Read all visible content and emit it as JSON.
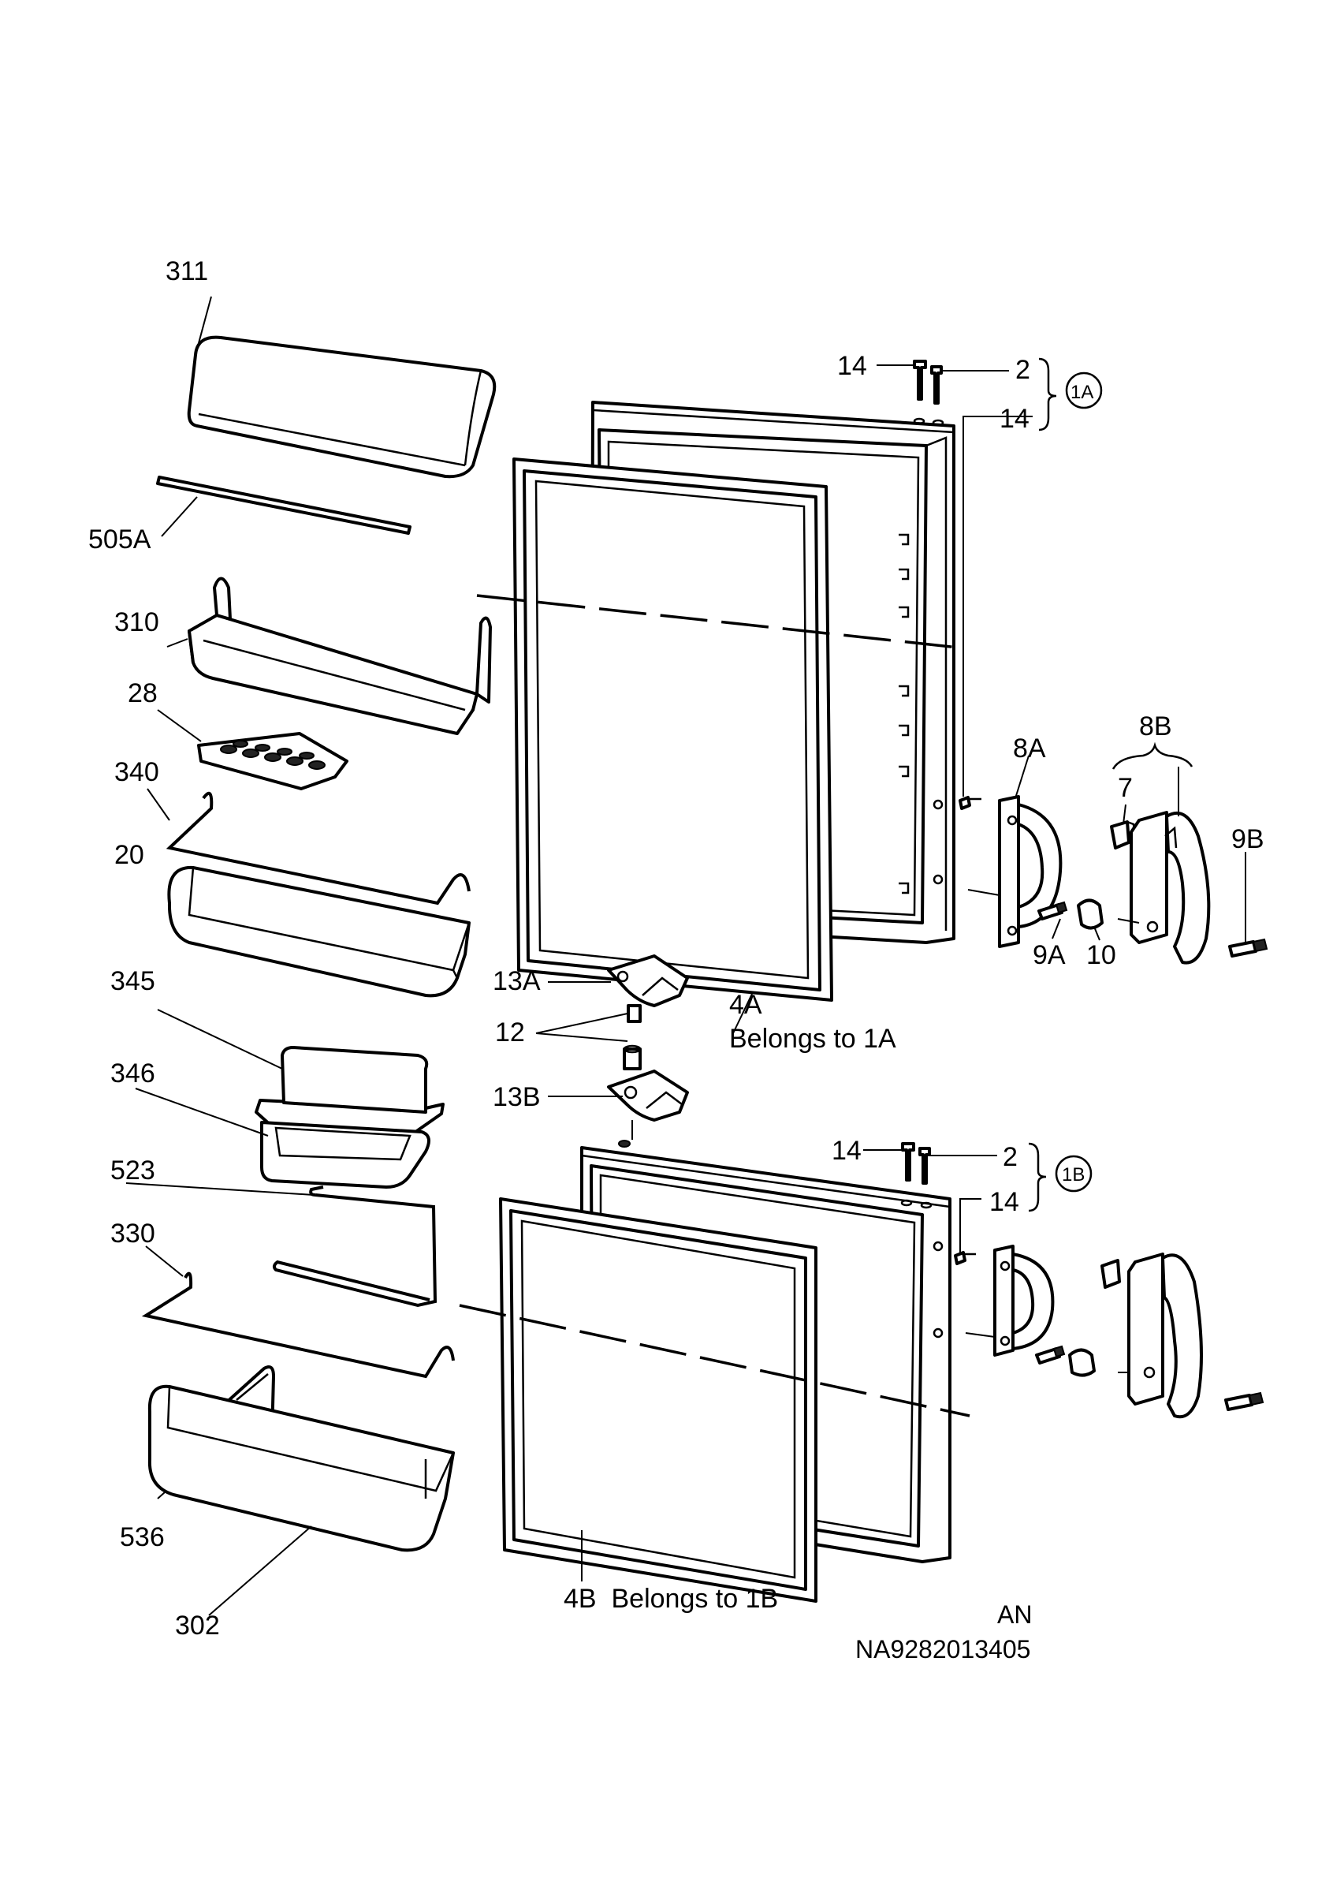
{
  "labels": {
    "p311": "311",
    "p505A": "505A",
    "p310": "310",
    "p28": "28",
    "p340": "340",
    "p20": "20",
    "p345": "345",
    "p346": "346",
    "p523": "523",
    "p330": "330",
    "p536": "536",
    "p302": "302",
    "p14_top_a": "14",
    "p2_top_a": "2",
    "p14_side_a": "14",
    "p1A": "1A",
    "p8A": "8A",
    "p8B": "8B",
    "p7": "7",
    "p9B": "9B",
    "p9A": "9A",
    "p10": "10",
    "p13A": "13A",
    "p12": "12",
    "p13B": "13B",
    "p4A": "4A",
    "p4A_note": "Belongs to 1A",
    "p14_top_b": "14",
    "p2_top_b": "2",
    "p14_side_b": "14",
    "p1B": "1B",
    "p4B_note": "4B  Belongs to 1B"
  },
  "footer": {
    "code_an": "AN",
    "code_number": "NA9282013405"
  }
}
